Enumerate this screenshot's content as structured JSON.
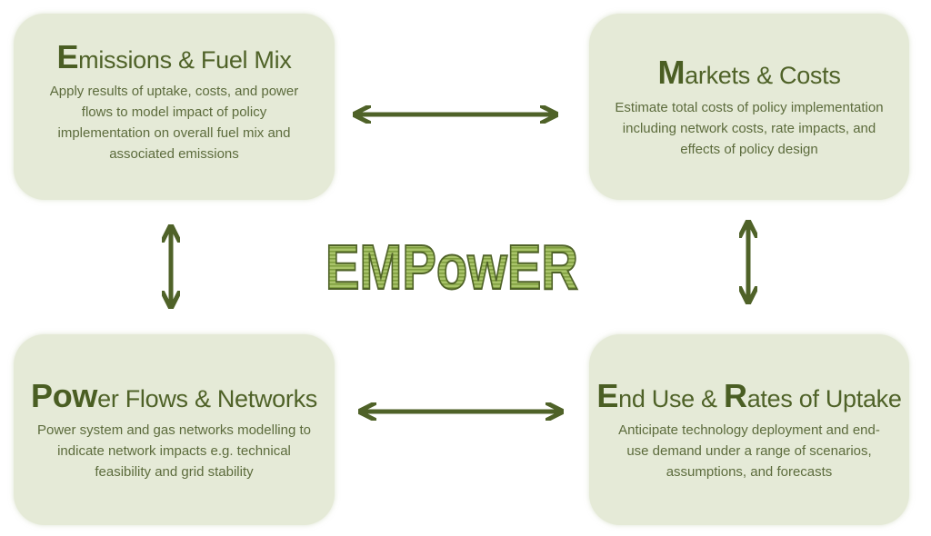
{
  "center_logo": "EMPowER",
  "colors": {
    "box_bg": "#e5ead7",
    "text": "#5c6b3c",
    "arrow": "#4f6228",
    "logo_fill": "#9bbb59",
    "logo_stroke": "#4f6228"
  },
  "boxes": {
    "emissions": {
      "title_initial": "E",
      "title_rest": "missions & Fuel Mix",
      "lines": [
        "Apply results of uptake, costs, and power",
        "flows to model impact of policy",
        "implementation on overall fuel mix and",
        "associated emissions"
      ]
    },
    "markets": {
      "title_initial": "M",
      "title_rest": "arkets & Costs",
      "lines": [
        "Estimate total costs of policy implementation",
        "including network costs, rate impacts, and",
        "effects of policy design"
      ]
    },
    "power": {
      "title_initial": "Pow",
      "title_rest": "er Flows & Networks",
      "lines": [
        "Power system and gas networks modelling to",
        "indicate network impacts e.g. technical",
        "feasibility and grid stability"
      ]
    },
    "enduse": {
      "title_initial": "E",
      "title_rest": "nd Use & ",
      "title_initial2": "R",
      "title_rest2": "ates of Uptake",
      "lines": [
        "Anticipate technology deployment and end-",
        "use demand under a range of scenarios,",
        "assumptions, and forecasts"
      ]
    }
  }
}
